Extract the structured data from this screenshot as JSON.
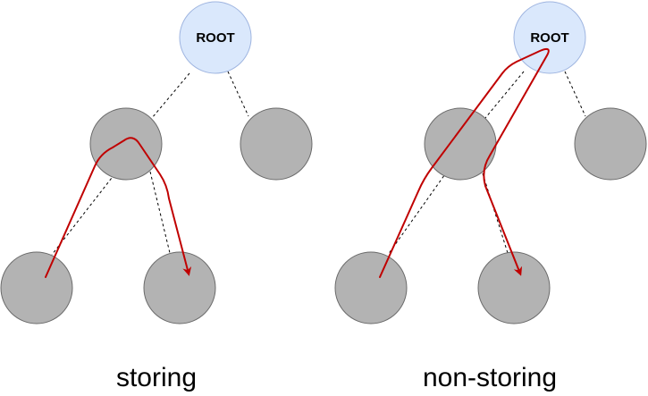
{
  "colors": {
    "root_fill": "#dae8fc",
    "node_fill": "#b3b3b3",
    "route_stroke": "#c00000",
    "edge_stroke": "#000000"
  },
  "left_panel": {
    "root_label": "ROOT",
    "caption": "storing"
  },
  "right_panel": {
    "root_label": "ROOT",
    "caption": "non-storing"
  }
}
